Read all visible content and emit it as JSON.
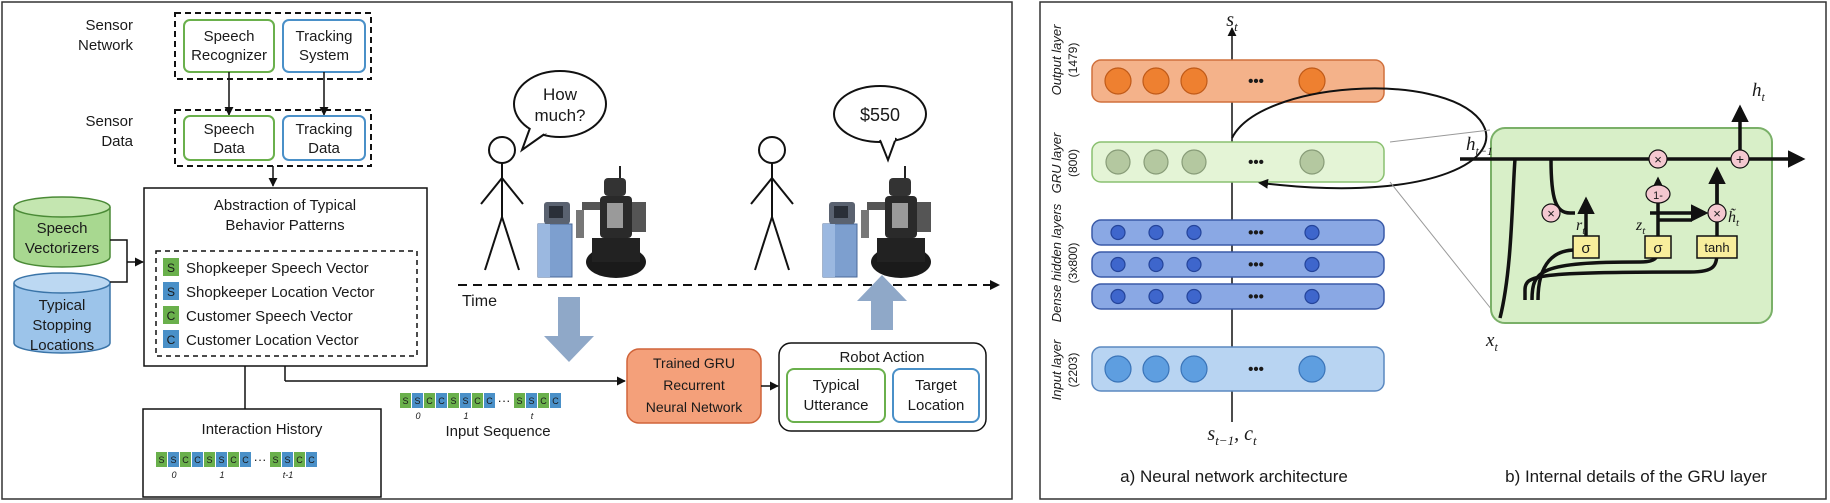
{
  "left_panel": {
    "sensor_network_label": [
      "Sensor",
      "Network"
    ],
    "sensor_data_label": [
      "Sensor",
      "Data"
    ],
    "speech_recognizer": [
      "Speech",
      "Recognizer"
    ],
    "tracking_system": [
      "Tracking",
      "System"
    ],
    "speech_data": [
      "Speech",
      "Data"
    ],
    "tracking_data": [
      "Tracking",
      "Data"
    ],
    "speech_vectorizers": [
      "Speech",
      "Vectorizers"
    ],
    "typical_stopping_locations": [
      "Typical",
      "Stopping",
      "Locations"
    ],
    "abstraction_title": [
      "Abstraction of Typical",
      "Behavior Patterns"
    ],
    "vectors": [
      {
        "letter": "S",
        "label": "Shopkeeper Speech Vector",
        "color": "#6ab04c"
      },
      {
        "letter": "S",
        "label": "Shopkeeper Location Vector",
        "color": "#4a90c8"
      },
      {
        "letter": "C",
        "label": "Customer Speech Vector",
        "color": "#6ab04c"
      },
      {
        "letter": "C",
        "label": "Customer Location Vector",
        "color": "#4a90c8"
      }
    ],
    "bubble_1": [
      "How",
      "much?"
    ],
    "bubble_2": "$550",
    "time_label": "Time",
    "gru_box": [
      "Trained GRU",
      "Recurrent",
      "Neural Network"
    ],
    "robot_action_title": "Robot Action",
    "typical_utterance": [
      "Typical",
      "Utterance"
    ],
    "target_location": [
      "Target",
      "Location"
    ],
    "interaction_history_label": "Interaction History",
    "input_sequence_label": "Input Sequence",
    "sequence_letters": [
      "S",
      "S",
      "C",
      "C"
    ],
    "history_indices": [
      "0",
      "1",
      "t-1"
    ],
    "input_indices": [
      "0",
      "1",
      "t"
    ],
    "ellipsis": "···"
  },
  "right_panel": {
    "output_top_label": "s_t",
    "input_bottom_label": "s_{t-1}, c_t",
    "layers": [
      {
        "name": "Output layer",
        "size": "(1479)",
        "color": "#f0a068"
      },
      {
        "name": "GRU layer",
        "size": "(800)",
        "color": "#b5d99c"
      },
      {
        "name": "Dense hidden layers",
        "size": "(3x800)",
        "color": "#6c8ed8"
      },
      {
        "name": "Input layer",
        "size": "(2203)",
        "color": "#8fb8e6"
      }
    ],
    "dots": "•••",
    "caption_a": "a) Neural network architecture",
    "caption_b": "b) Internal details of the GRU layer",
    "gru_detail": {
      "h_t": "h_t",
      "h_prev": "h_{t-1}",
      "x_t": "x_t",
      "r_t": "r_t",
      "z_t": "z_t",
      "h_tilde": "h̃_t",
      "sigma": "σ",
      "tanh": "tanh",
      "times": "×",
      "plus": "+",
      "one_minus": "1-"
    }
  },
  "colors": {
    "green": "#6ab04c",
    "blue": "#4a90c8",
    "orange_box": "#f4a07a",
    "arrow_blue": "#8fa8c8",
    "gru_bg": "#d8efc8",
    "gate_yellow": "#f8ee9c",
    "op_pink": "#f4c8d0"
  }
}
